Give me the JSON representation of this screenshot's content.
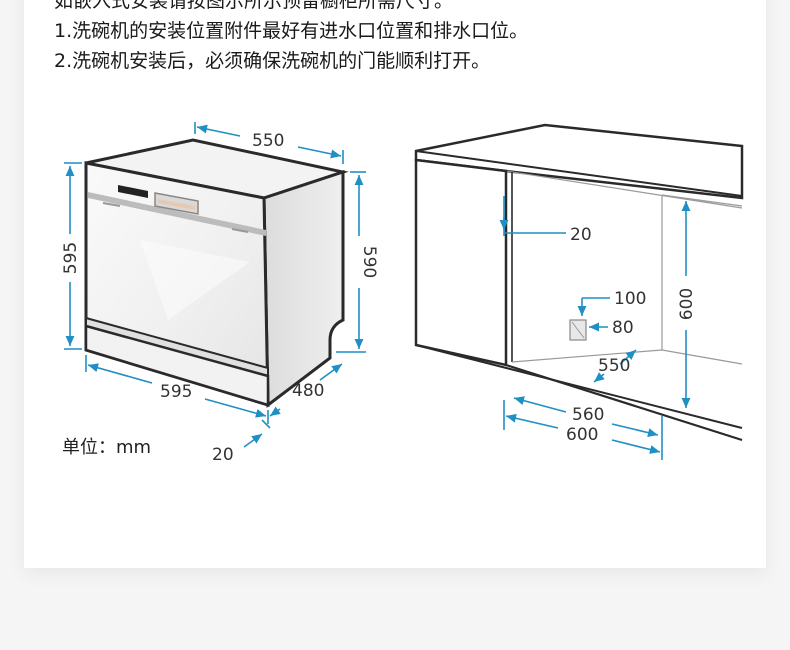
{
  "notes": [
    "如嵌入式安装请按图示所示预留橱柜所需尺寸。",
    "1.洗碗机的安装位置附件最好有进水口位置和排水口位。",
    "2.洗碗机安装后，必须确保洗碗机的门能顺利打开。"
  ],
  "unit_label": "单位：mm",
  "appliance": {
    "width_top": "550",
    "height_front": "595",
    "height_side": "590",
    "width_bottom": "595",
    "depth": "480",
    "door_offset": "20"
  },
  "cabinet": {
    "side_gap": "20",
    "pipe_height": "100",
    "pipe_width": "80",
    "depth": "550",
    "inner_width": "560",
    "outer_width": "600",
    "height": "600"
  },
  "colors": {
    "dimension": "#1f8fc4",
    "outline": "#2a2a2a",
    "text": "#1a1a1a"
  }
}
